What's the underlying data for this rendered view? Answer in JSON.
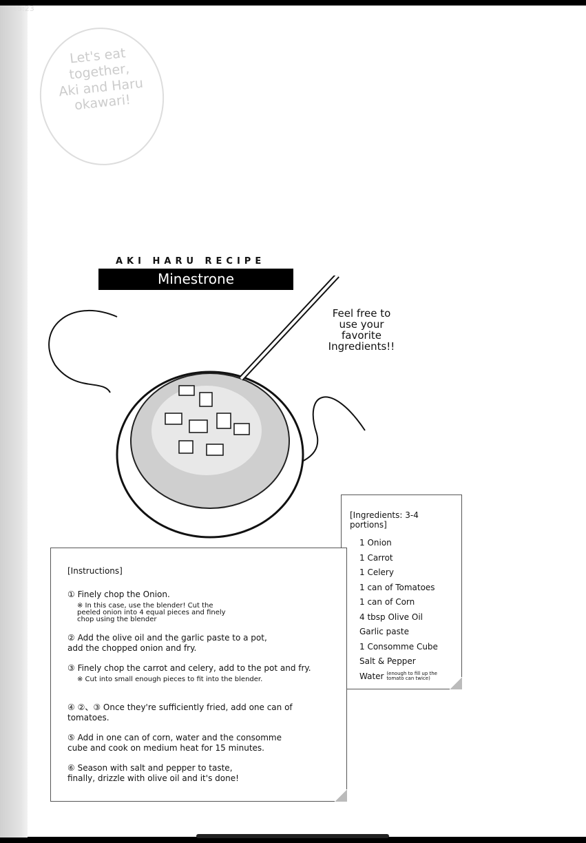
{
  "status": {
    "time": "15:23"
  },
  "logo": {
    "text": [
      "Let's eat",
      "together,",
      "Aki and Haru",
      "okawari!"
    ]
  },
  "recipe": {
    "subtitle": "AKI HARU RECIPE",
    "title": "Minestrone",
    "note": "Feel free to use your favorite Ingredients!!"
  },
  "ingredients": {
    "heading": "[Ingredients: 3-4 portions]",
    "items": [
      "1 Onion",
      "1 Carrot",
      "1 Celery",
      "1 can of Tomatoes",
      "1 can of Corn",
      "4 tbsp Olive Oil",
      "Garlic paste",
      "1 Consomme Cube",
      "Salt & Pepper",
      "Water"
    ],
    "water_note": "(enough to fill up the tomato can twice)"
  },
  "instructions": {
    "heading": "[Instructions]",
    "steps": [
      {
        "text": "① Finely chop the Onion.",
        "note": "※ In this case, use the blender! Cut the peeled onion into 4 equal pieces and finely chop using the blender"
      },
      {
        "text": "② Add the olive oil and the garlic paste to a pot, add the chopped onion and fry."
      },
      {
        "text": "③ Finely chop the carrot and celery, add to the pot and fry.",
        "note": "※ Cut into small enough pieces to fit into the blender."
      },
      {
        "text": "④ ②、③ Once they're sufficiently fried, add one can of tomatoes."
      },
      {
        "text": "⑤ Add in one can of corn, water and the consomme cube and cook on medium heat for 15 minutes."
      },
      {
        "text": "⑥ Season with salt and pepper to taste, finally, drizzle with olive oil and it's done!"
      }
    ]
  }
}
